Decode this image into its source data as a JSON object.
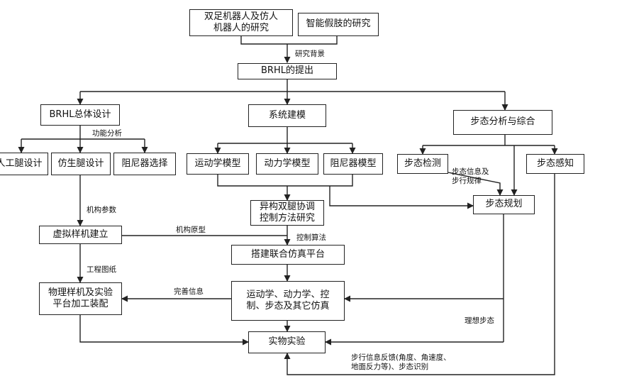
{
  "nodes": {
    "biped_research": "双足机器人及仿人\n机器人的研究",
    "prosthesis_research": "智能假肢的研究",
    "brhl_proposal": "BRHL的提出",
    "overall_design": "BRHL总体设计",
    "system_modeling": "系统建模",
    "gait_analysis": "步态分析与综合",
    "artificial_leg_design": "人工腿设计",
    "bionic_leg_design": "仿生腿设计",
    "damper_selection": "阻尼器选择",
    "kinematics_model": "运动学模型",
    "dynamics_model": "动力学模型",
    "damper_model": "阻尼器模型",
    "gait_detection": "步态检测",
    "gait_sensing": "步态感知",
    "coordination_research": "异构双腿协调\n控制方法研究",
    "gait_planning": "步态规划",
    "virtual_prototype": "虚拟样机建立",
    "cosim_platform": "搭建联合仿真平台",
    "physical_prototype": "物理样机及实验\n平台加工装配",
    "simulation": "运动学、动力学、控\n制、步态及其它仿真",
    "experiment": "实物实验"
  },
  "labels": {
    "research_background": "研究背景",
    "functional_analysis": "功能分析",
    "gait_info": "步态信息及\n步行规律",
    "mechanism_params": "机构参数",
    "mechanism_prototype": "机构原型",
    "control_algorithm": "控制算法",
    "engineering_drawing": "工程图纸",
    "improvement_info": "完善信息",
    "ideal_gait": "理想步态",
    "walking_feedback": "步行信息反馈(角度、角速度、\n地面反力等)、步态识别"
  }
}
